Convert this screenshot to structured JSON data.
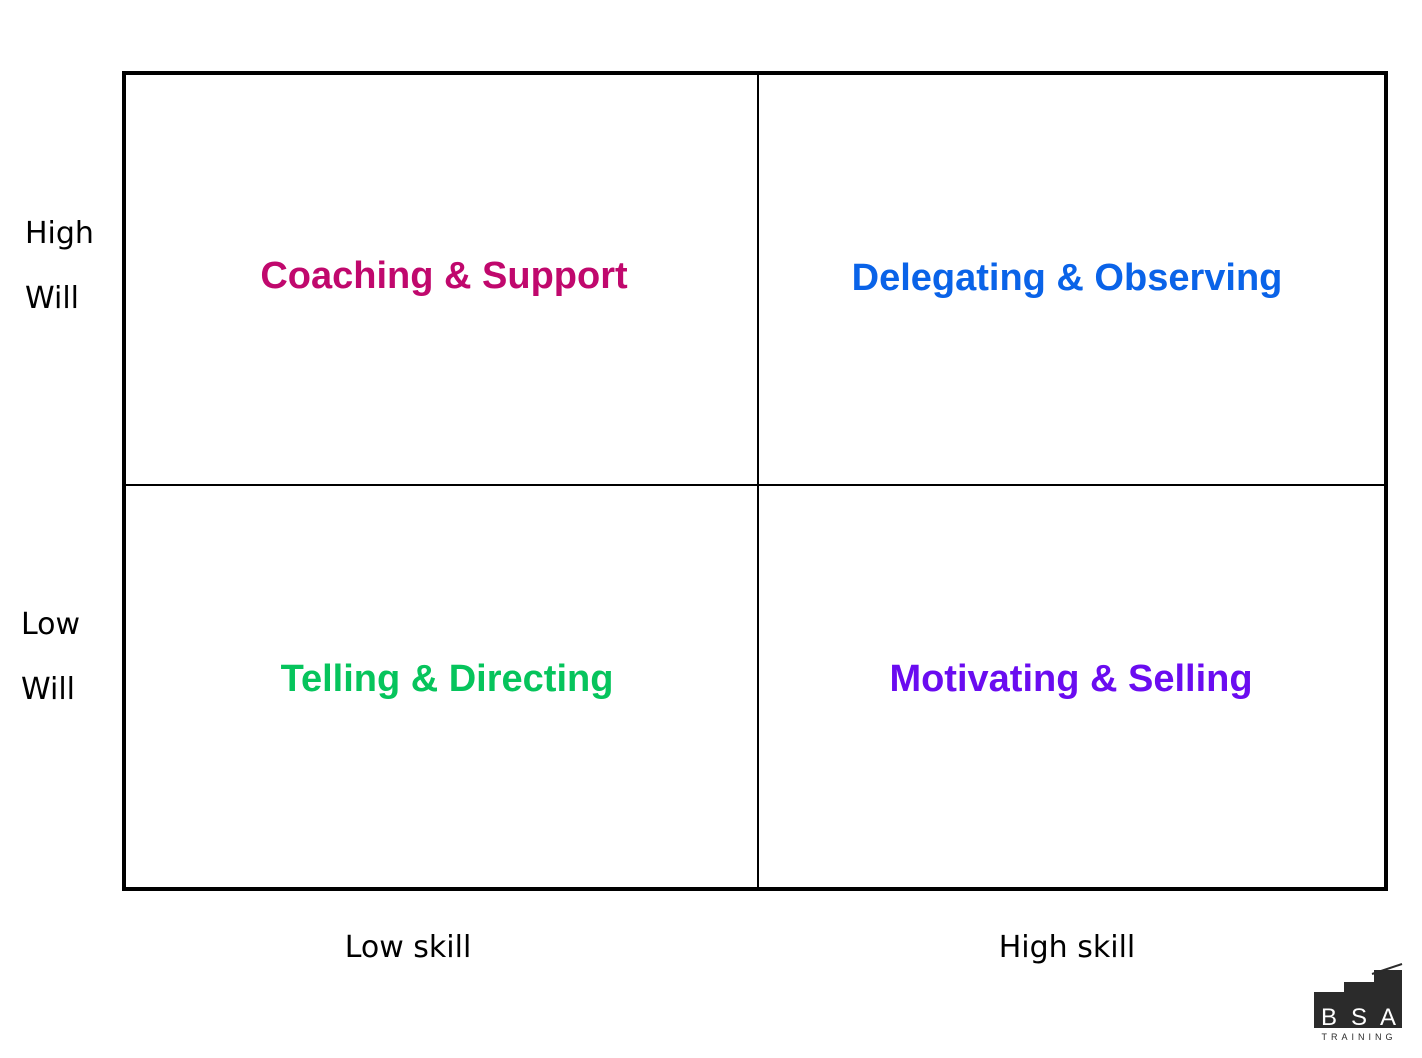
{
  "quadrants": {
    "top_left": {
      "label": "Coaching & Support",
      "color": "#c0086d"
    },
    "top_right": {
      "label": "Delegating & Observing",
      "color": "#0a63e8"
    },
    "bottom_left": {
      "label": "Telling & Directing",
      "color": "#06c45c"
    },
    "bottom_right": {
      "label": "Motivating & Selling",
      "color": "#6a0cf0"
    }
  },
  "y_axis": {
    "high": [
      "High",
      "Will"
    ],
    "low": [
      "Low",
      "Will"
    ]
  },
  "x_axis": {
    "low": "Low skill",
    "high": "High skill"
  },
  "logo": {
    "letters": [
      "B",
      "S",
      "A"
    ],
    "subtitle": "TRAINING"
  }
}
